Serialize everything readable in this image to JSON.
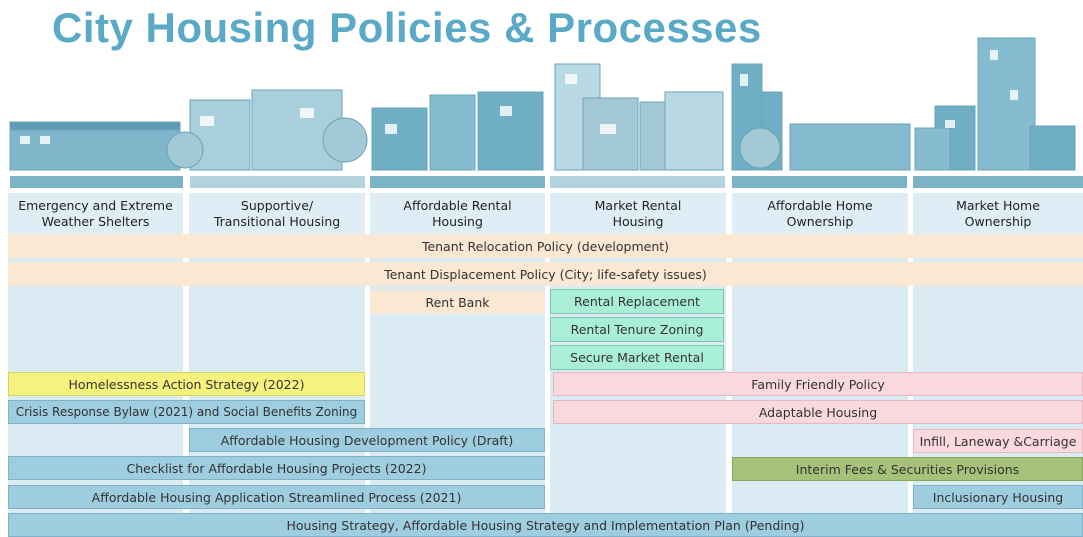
{
  "title": "City Housing Policies & Processes",
  "colors": {
    "title": "#5aa9c6",
    "peach": "#fbe8d2",
    "mint": "#a9efd8",
    "yellow": "#f6f27e",
    "pink": "#f9d9dd",
    "blue": "#9fcde0",
    "olive": "#a6c17a",
    "column_bg": "#dbebf3"
  },
  "columns": [
    "Emergency and Extreme Weather Shelters",
    "Supportive/ Transitional Housing",
    "Affordable Rental Housing",
    "Market Rental Housing",
    "Affordable Home Ownership",
    "Market Home Ownership"
  ],
  "policies": {
    "tenant_relocation": "Tenant Relocation Policy (development)",
    "tenant_displacement": "Tenant Displacement Policy (City; life-safety issues)",
    "rent_bank": "Rent Bank",
    "rental_replacement": "Rental Replacement",
    "rental_tenure_zoning": "Rental Tenure Zoning",
    "secure_market_rental": "Secure Market Rental",
    "homelessness_action": "Homelessness Action Strategy (2022)",
    "family_friendly": "Family Friendly Policy",
    "crisis_response": "Crisis Response Bylaw (2021) and Social Benefits Zoning",
    "adaptable_housing": "Adaptable Housing",
    "affordable_dev_policy": "Affordable Housing Development Policy (Draft)",
    "infill": "Infill, Laneway &Carriage",
    "checklist": "Checklist for Affordable Housing Projects (2022)",
    "interim_fees": "Interim Fees & Securities Provisions",
    "streamlined": "Affordable Housing Application Streamlined Process (2021)",
    "inclusionary": "Inclusionary Housing",
    "housing_strategy": "Housing Strategy, Affordable Housing Strategy and Implementation Plan (Pending)"
  }
}
